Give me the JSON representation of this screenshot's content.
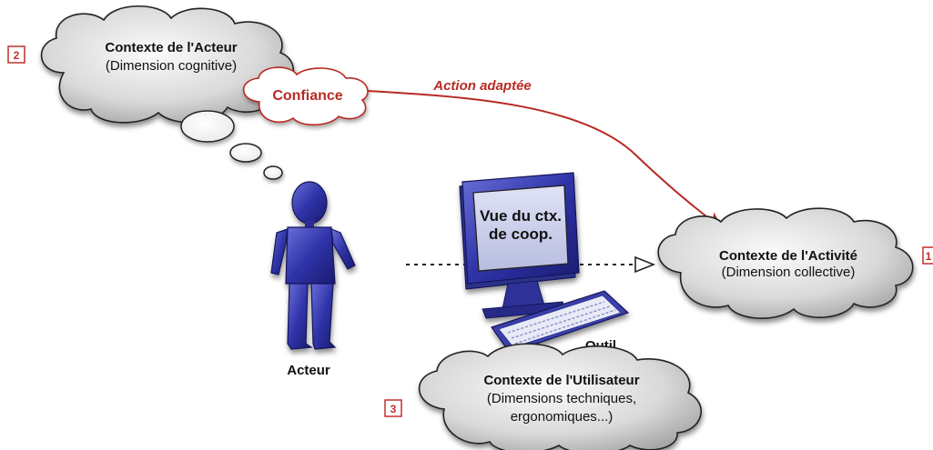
{
  "clouds": {
    "actor": {
      "number": "2",
      "title": "Contexte de l'Acteur",
      "subtitle": "(Dimension cognitive)"
    },
    "activity": {
      "number": "1",
      "title": "Contexte de l'Activité",
      "subtitle": "(Dimension collective)"
    },
    "user": {
      "number": "3",
      "title": "Contexte de l'Utilisateur",
      "subtitle_line1": "(Dimensions techniques,",
      "subtitle_line2": "ergonomiques...)"
    }
  },
  "trust": {
    "label": "Confiance"
  },
  "arrow": {
    "label": "Action adaptée",
    "color": "#b82a24"
  },
  "figure": {
    "label": "Acteur",
    "color": "#2b2e9c"
  },
  "computer": {
    "label": "Outil",
    "screen_line1": "Vue du ctx.",
    "screen_line2": "de coop.",
    "color": "#3f47a6"
  },
  "colors": {
    "cloud_fill": "#d6d6d6",
    "badge": "#c0302a"
  }
}
